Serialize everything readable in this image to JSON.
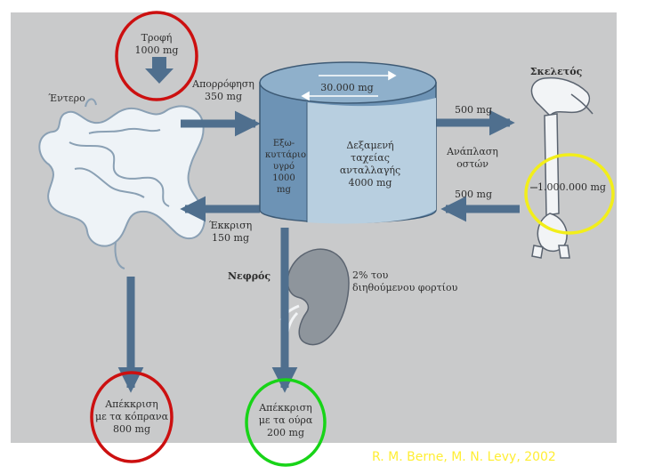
{
  "labels": {
    "food": "Τροφή\n1000 mg",
    "intestine": "Έντερο",
    "absorption": "Απορρόφηση\n350 mg",
    "exchange": "30.000 mg",
    "extracellular": "Εξω-\nκυττάριο\nυγρό\n1000 mg",
    "pool": "Δεξαμενή\nταχείας\nανταλλαγής\n4000 mg",
    "bone_in": "500 mg",
    "remodeling": "Ανάπλαση\nοστών",
    "bone_out": "500 mg",
    "skeleton": "Σκελετός",
    "skeleton_amount": "1.000.000 mg",
    "secretion": "Έκκριση\n150 mg",
    "kidney": "Νεφρός",
    "filtered": "2% του\nδιηθούμενου φορτίου",
    "fecal": "Απέκκριση\nμε τα κόπρανα\n800 mg",
    "urine": "Απέκκριση\nμε τα ούρα\n200 mg"
  },
  "citation": "R. M. Berne, M. N. Levy, 2002",
  "colors": {
    "background": "#c9cacb",
    "arrow": "#4f6f8e",
    "cylinder": "#6d93b5",
    "cylinder_light": "#b8cfe0",
    "red_circle": "#cc1010",
    "yellow_circle": "#f2ee1a",
    "green_circle": "#18d418",
    "citation": "#ffee33"
  }
}
